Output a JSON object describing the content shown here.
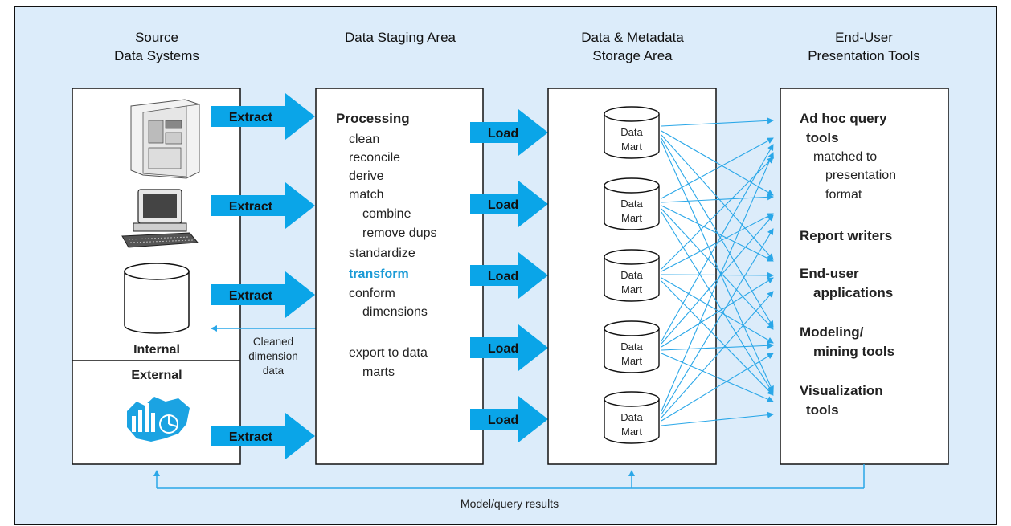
{
  "headers": {
    "source": [
      "Source",
      "Data Systems"
    ],
    "staging": [
      "Data Staging Area"
    ],
    "storage": [
      "Data & Metadata",
      "Storage Area"
    ],
    "presentation": [
      "End-User",
      "Presentation Tools"
    ]
  },
  "source_box": {
    "internal_label": "Internal",
    "external_label": "External"
  },
  "extract_label": "Extract",
  "load_label": "Load",
  "cleaned_label": [
    "Cleaned",
    "dimension",
    "data"
  ],
  "staging_box": {
    "title": "Processing",
    "steps": [
      "clean",
      "reconcile",
      "derive",
      "match",
      "combine",
      "remove dups",
      "standardize",
      "transform",
      "conform",
      "dimensions",
      "export to data",
      "marts"
    ]
  },
  "data_mart_label": [
    "Data",
    "Mart"
  ],
  "presentation_box": {
    "tools": [
      "Ad hoc query",
      "tools",
      "matched to",
      "presentation",
      "format",
      "Report writers",
      "End-user",
      "applications",
      "Modeling/",
      "mining tools",
      "Visualization",
      "tools"
    ]
  },
  "feedback_label": "Model/query results",
  "colors": {
    "background": "#dcecfa",
    "arrow": "#0aa5e8",
    "accent_text": "#1a9ad6",
    "line": "#2aa7e8"
  }
}
